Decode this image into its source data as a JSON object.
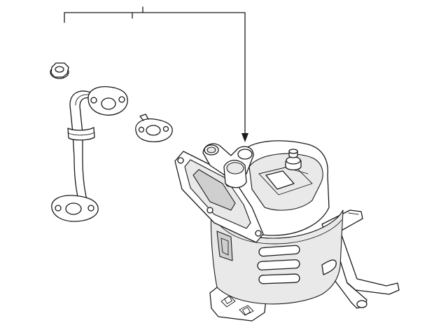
{
  "diagram": {
    "colors": {
      "line": "#1a1a1a",
      "background": "#ffffff",
      "shade": "#e9e9e9",
      "dark_shade": "#cfcfcf"
    },
    "parts": [
      "callout-bracket",
      "flange-nut",
      "egr-tube",
      "gasket",
      "catalytic-converter"
    ],
    "callout_labels": []
  }
}
